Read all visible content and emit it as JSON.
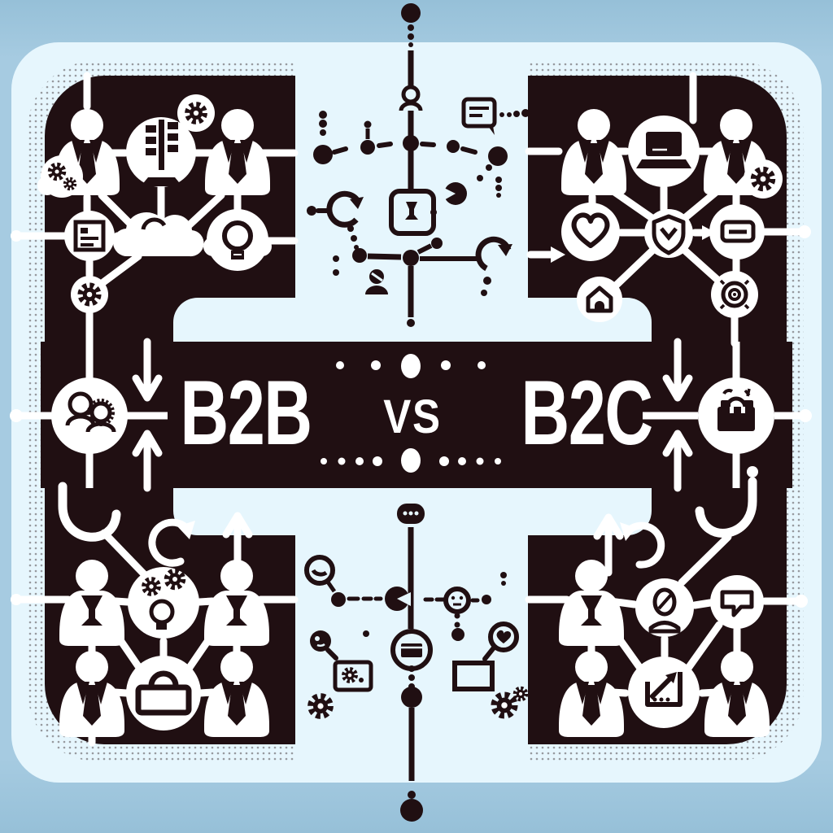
{
  "title": "B2B vs B2C network comparison infographic",
  "center": {
    "left_label": "B2B",
    "vs_label": "VS",
    "right_label": "B2C"
  },
  "theme": {
    "background_blue": "#a6cbe1",
    "background_blue_deep": "#96c0d8",
    "panel_dark": "#200f12",
    "cross_light": "#e6f6fd",
    "line_white": "#ffffff"
  },
  "center_nodes": {
    "left": "partnership-people",
    "right": "shopping-bag"
  },
  "quadrants": {
    "top_left": {
      "icons": [
        "businessperson",
        "office-building",
        "chat-gear-bubble",
        "businessperson",
        "gears-cloud",
        "document-card",
        "cloud",
        "lightbulb",
        "gear-dial"
      ]
    },
    "top_right": {
      "icons": [
        "businessperson",
        "laptop",
        "businessperson",
        "gear",
        "heart",
        "shield",
        "credit-card",
        "home",
        "target"
      ]
    },
    "bottom_left": {
      "icons": [
        "hook",
        "loop-arrow",
        "up-arrow",
        "flask-person",
        "gears-lightbulb",
        "flask-person",
        "businessperson",
        "padlock",
        "businessperson"
      ]
    },
    "bottom_right": {
      "icons": [
        "up-arrow",
        "loop-arrow",
        "hook",
        "flask-person",
        "customer-profile",
        "chat-bubble",
        "businessperson",
        "growth-chart",
        "businessperson"
      ]
    }
  },
  "center_column": {
    "top_icons": [
      "person",
      "browser-bubble",
      "key-node",
      "pacman-node",
      "loop-arrow",
      "process-box",
      "loop-arrow",
      "person-silhouette"
    ],
    "bottom_icons": [
      "ellipsis-node",
      "smiley",
      "pacman-node",
      "face-node",
      "magnifier-face",
      "box-circle",
      "magnifier-heart",
      "rectangle",
      "framed-gear",
      "gear",
      "gear"
    ]
  }
}
